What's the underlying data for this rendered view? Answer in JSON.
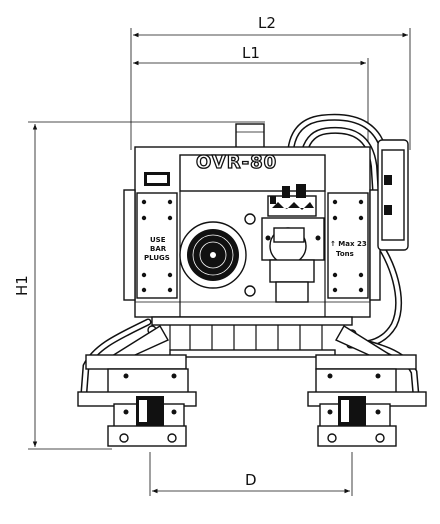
{
  "dimensions": {
    "l2": "L2",
    "l1": "L1",
    "h1": "H1",
    "d": "D"
  },
  "machine": {
    "brand_text": "OVR-80",
    "logo_text": "OVR"
  },
  "panels": {
    "left_line1": "USE",
    "left_line2": "BAR",
    "left_line3": "PLUGS",
    "right_line1": "↑ Max 23",
    "right_line2": "Tons"
  }
}
